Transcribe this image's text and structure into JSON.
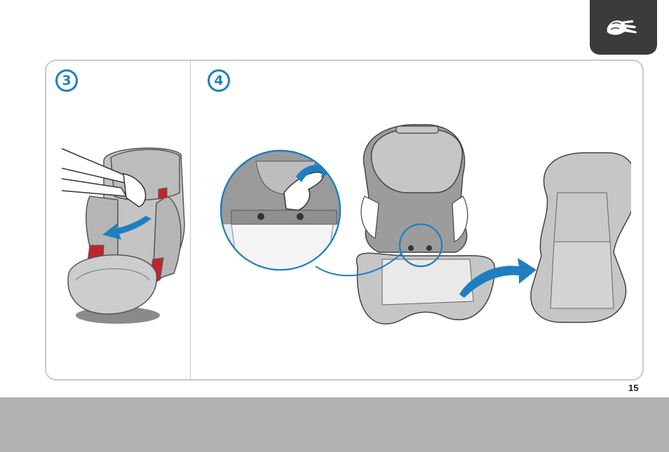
{
  "steps": [
    {
      "number": "3"
    },
    {
      "number": "4"
    }
  ],
  "page": {
    "number": "15"
  },
  "header": {
    "icon": "hand-wash-icon"
  },
  "colors": {
    "accent_blue": "#1e7fc0",
    "frame_gray": "#c9c9c9",
    "tab_dark": "#3b3b3b",
    "band_gray": "#b1b1b1",
    "seat_gray": "#bdbdbd",
    "harness_red": "#c0252d"
  }
}
